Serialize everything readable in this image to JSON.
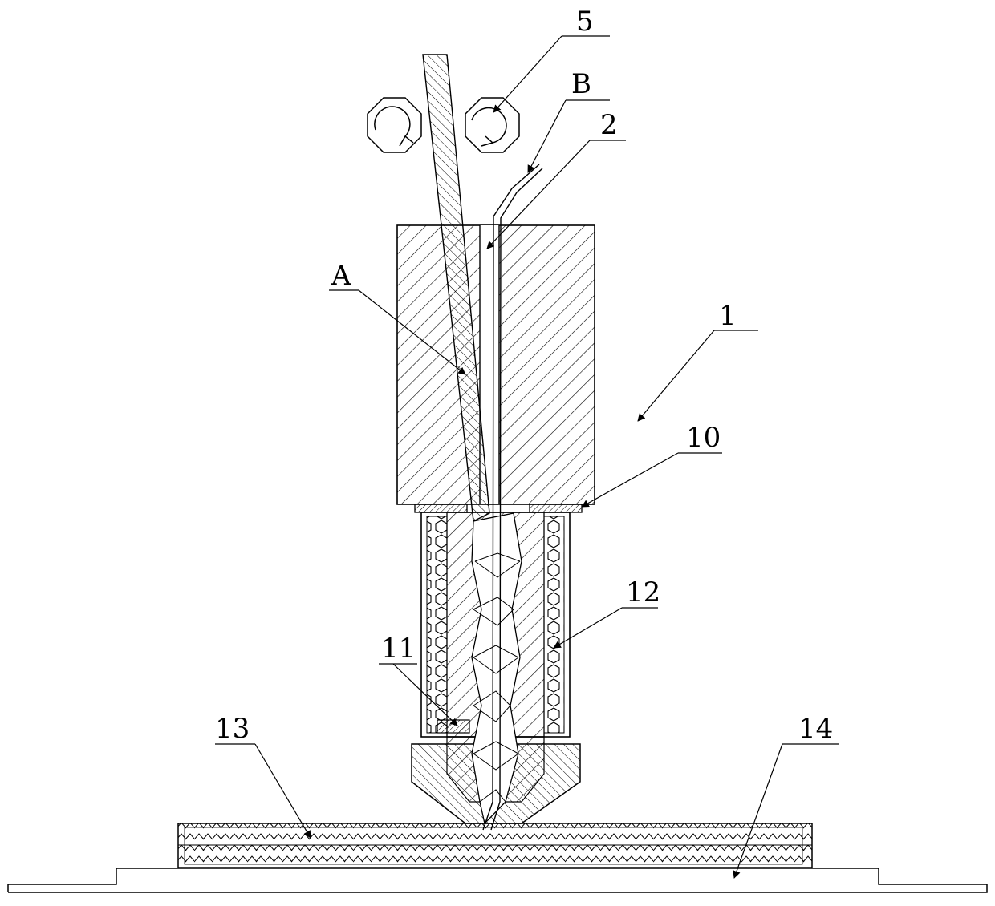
{
  "labels": {
    "drive_rollers": "5",
    "fiber_b": "B",
    "fiber_guide": "2",
    "filament_a": "A",
    "print_head": "1",
    "insulation_plate": "10",
    "heater": "12",
    "thermocouple": "11",
    "printed_part": "13",
    "build_platform": "14"
  },
  "colors": {
    "line": "#000000",
    "background": "#ffffff"
  }
}
